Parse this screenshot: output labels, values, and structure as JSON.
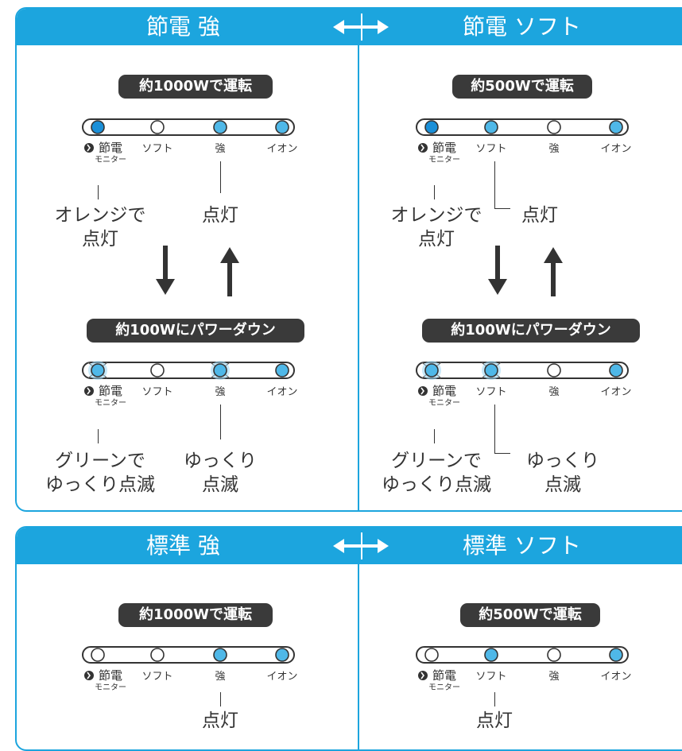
{
  "colors": {
    "accent": "#1ca5de",
    "lamp_lit": "#4fb8e8",
    "lamp_blue_strong": "#1a8fd8",
    "lamp_off": "#ffffff",
    "pill_bg": "#3a3a3a"
  },
  "lamp_labels": {
    "saving": "節電",
    "saving_sub": "モニター",
    "soft": "ソフト",
    "strong": "強",
    "ion": "イオン"
  },
  "top_panel": {
    "left_title": "節電 強",
    "right_title": "節電 ソフト",
    "switch_icon": "double-arrow-icon",
    "left": {
      "run_label": "約1000Wで運転",
      "power_down_label": "約100Wにパワーダウン",
      "saving_status_1": "オレンジで\n点灯",
      "strong_status_1": "点灯",
      "saving_status_2": "グリーンで\nゆっくり点滅",
      "strong_status_2": "ゆっくり\n点滅"
    },
    "right": {
      "run_label": "約500Wで運転",
      "power_down_label": "約100Wにパワーダウン",
      "saving_status_1": "オレンジで\n点灯",
      "soft_status_1": "点灯",
      "saving_status_2": "グリーンで\nゆっくり点滅",
      "soft_status_2": "ゆっくり\n点滅"
    }
  },
  "bottom_panel": {
    "left_title": "標準 強",
    "right_title": "標準 ソフト",
    "switch_icon": "double-arrow-icon",
    "left": {
      "run_label": "約1000Wで運転",
      "strong_status": "点灯"
    },
    "right": {
      "run_label": "約500Wで運転",
      "soft_status": "点灯"
    }
  }
}
